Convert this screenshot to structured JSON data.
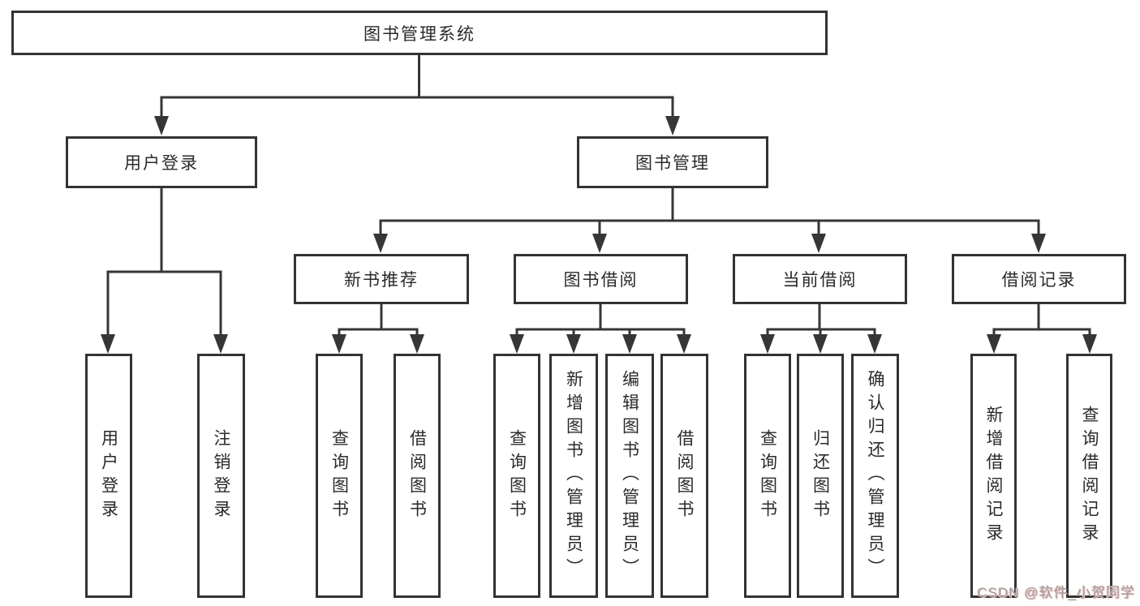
{
  "diagram": {
    "type": "tree",
    "title": "图书管理系统",
    "nodes": {
      "root": "图书管理系统",
      "user_login": "用户登录",
      "book_mgmt": "图书管理",
      "new_book_rec": "新书推荐",
      "book_borrow": "图书借阅",
      "current_borrow": "当前借阅",
      "borrow_records": "借阅记录",
      "leaf_user_login": "用户登录",
      "leaf_logout": "注销登录",
      "leaf_query_books_rec": "查询图书",
      "leaf_borrow_books_rec": "借阅图书",
      "leaf_query_books_bor": "查询图书",
      "leaf_add_books_admin": "新增图书（管理员）",
      "leaf_edit_books_admin": "编辑图书（管理员）",
      "leaf_borrow_books_bor": "借阅图书",
      "leaf_query_books_cur": "查询图书",
      "leaf_return_books": "归还图书",
      "leaf_confirm_return_admin": "确认归还（管理员）",
      "leaf_add_borrow_record": "新增借阅记录",
      "leaf_query_borrow_record": "查询借阅记录"
    },
    "edges": [
      [
        "root",
        "user_login"
      ],
      [
        "root",
        "book_mgmt"
      ],
      [
        "user_login",
        "leaf_user_login"
      ],
      [
        "user_login",
        "leaf_logout"
      ],
      [
        "book_mgmt",
        "new_book_rec"
      ],
      [
        "book_mgmt",
        "book_borrow"
      ],
      [
        "book_mgmt",
        "current_borrow"
      ],
      [
        "book_mgmt",
        "borrow_records"
      ],
      [
        "new_book_rec",
        "leaf_query_books_rec"
      ],
      [
        "new_book_rec",
        "leaf_borrow_books_rec"
      ],
      [
        "book_borrow",
        "leaf_query_books_bor"
      ],
      [
        "book_borrow",
        "leaf_add_books_admin"
      ],
      [
        "book_borrow",
        "leaf_edit_books_admin"
      ],
      [
        "book_borrow",
        "leaf_borrow_books_bor"
      ],
      [
        "current_borrow",
        "leaf_query_books_cur"
      ],
      [
        "current_borrow",
        "leaf_return_books"
      ],
      [
        "current_borrow",
        "leaf_confirm_return_admin"
      ],
      [
        "borrow_records",
        "leaf_add_borrow_record"
      ],
      [
        "borrow_records",
        "leaf_query_borrow_record"
      ]
    ],
    "watermark": "CSDN @软件_小贺同学",
    "colors": {
      "line": "#363636",
      "box_border": "#333333",
      "box_fill": "#ffffff",
      "text": "#2a2a2a",
      "watermark": "#a0a0a0",
      "watermark_shadow": "#eab6b6"
    }
  }
}
